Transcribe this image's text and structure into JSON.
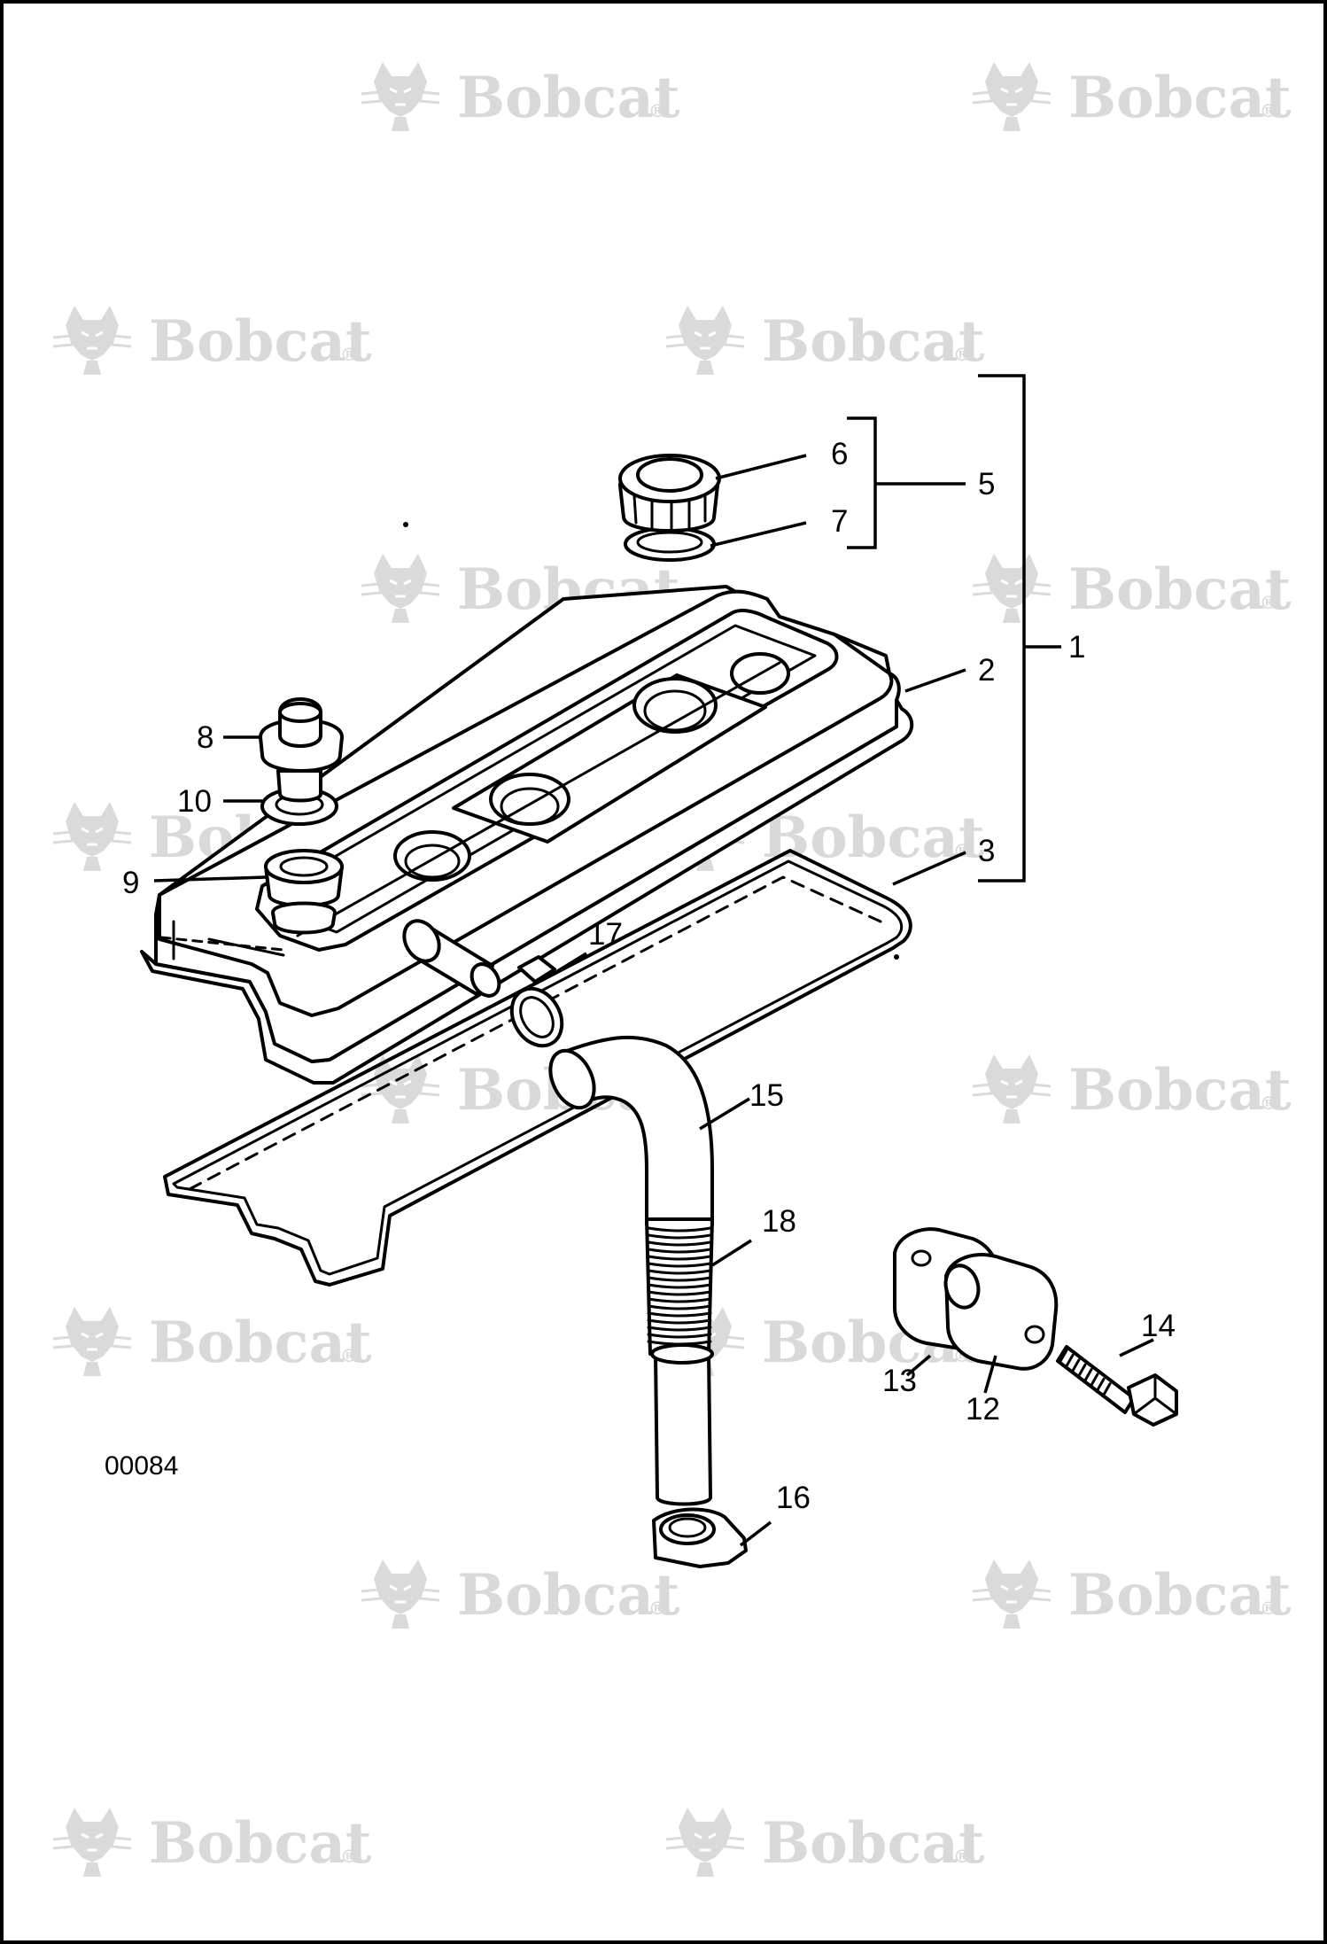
{
  "watermark": {
    "text": "Bobcat",
    "mark": "®",
    "logo": "bobcat-logo-icon",
    "color": "#d9d9d9"
  },
  "drawing": {
    "figure_number": "00084",
    "callouts": {
      "c1": "1",
      "c2": "2",
      "c3": "3",
      "c5": "5",
      "c6": "6",
      "c7": "7",
      "c8": "8",
      "c9": "9",
      "c10": "10",
      "c12": "12",
      "c13": "13",
      "c14": "14",
      "c15": "15",
      "c16": "16",
      "c17": "17",
      "c18": "18"
    }
  }
}
